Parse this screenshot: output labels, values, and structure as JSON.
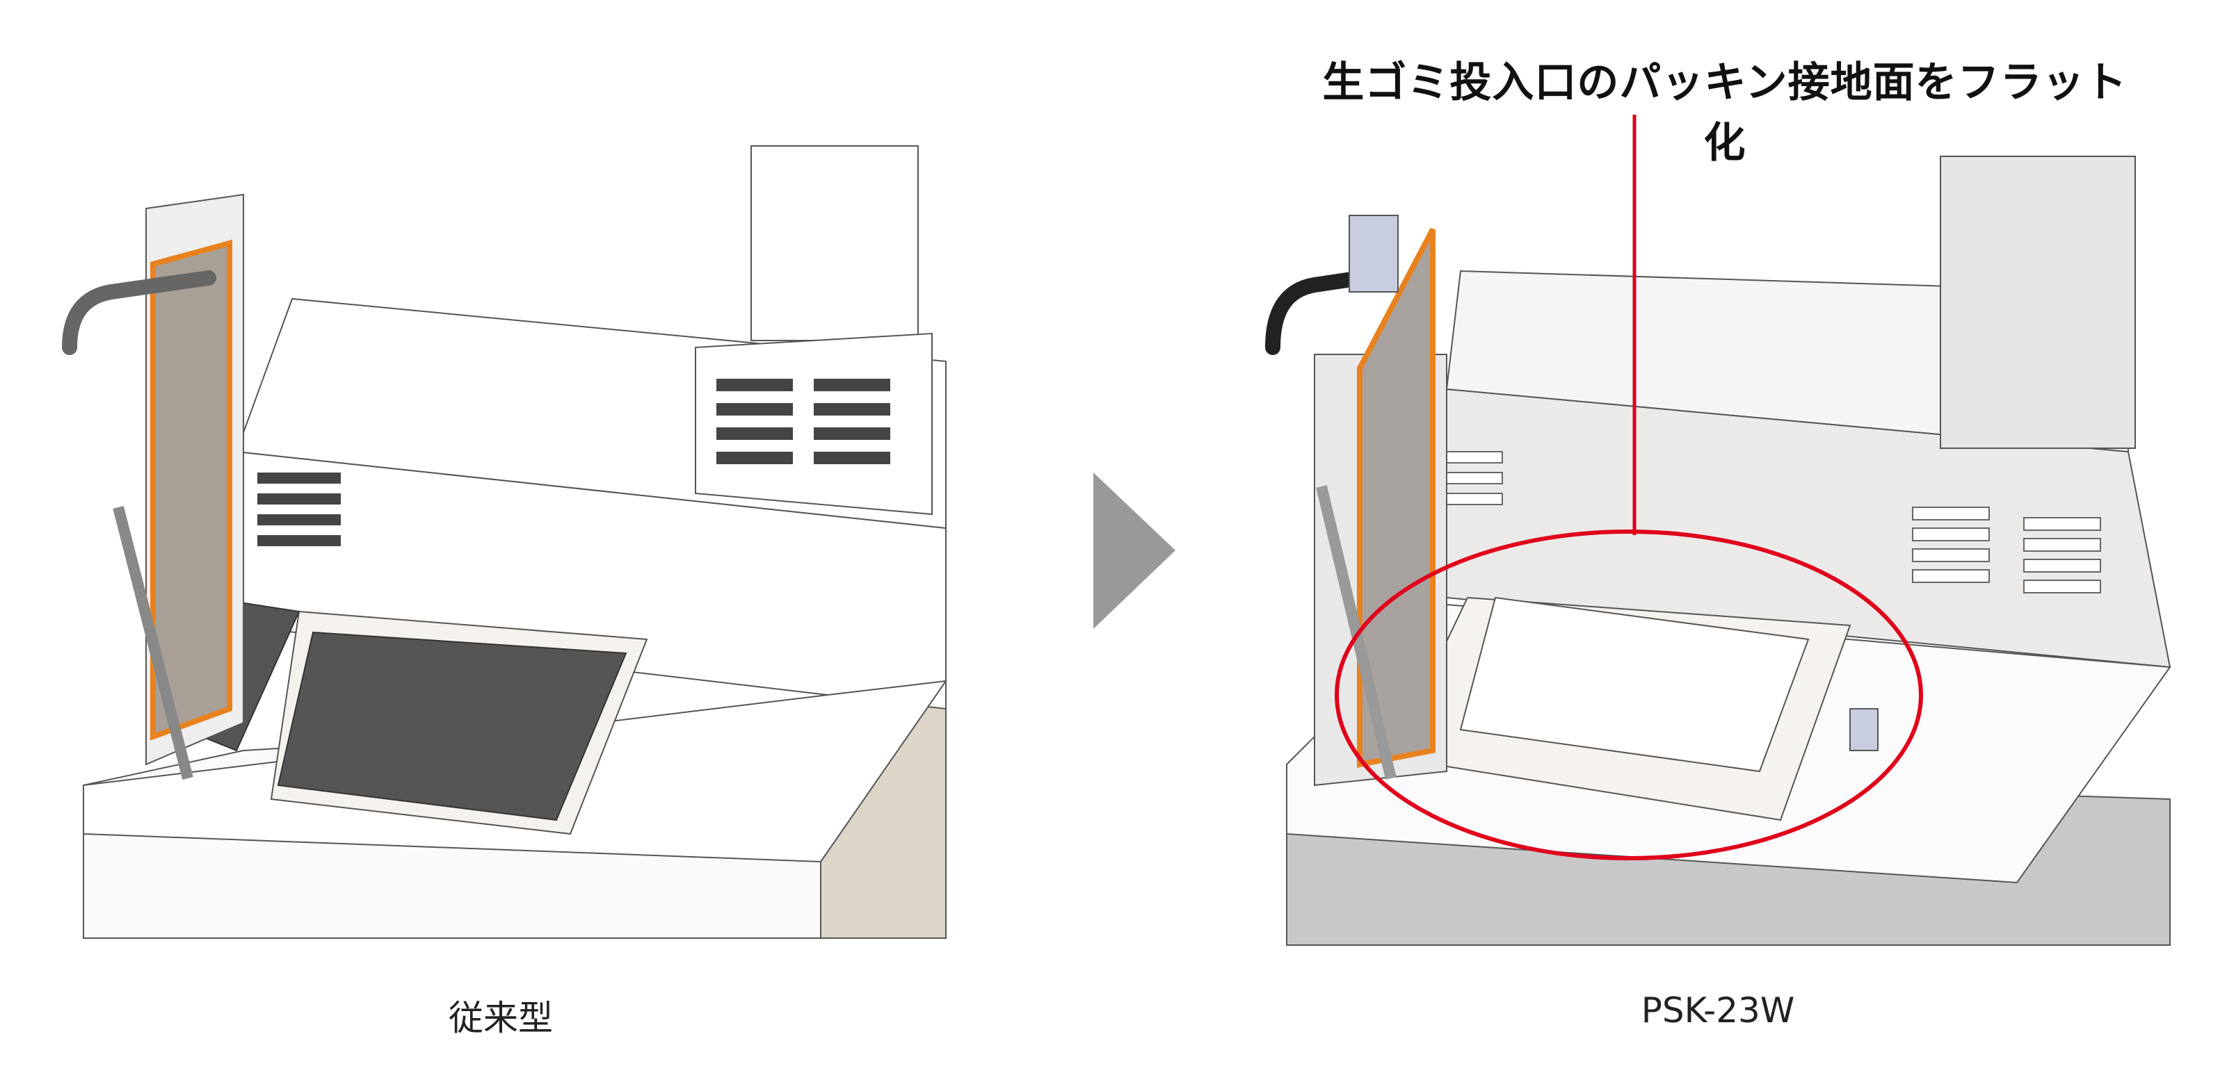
{
  "headline": "生ゴミ投入口のパッキン接地面をフラット化",
  "captions": {
    "left": "従来型",
    "right": "PSK-23W"
  },
  "colors": {
    "highlight": "#e0001b",
    "arrow": "#999999",
    "gasket": "#e8821e"
  }
}
